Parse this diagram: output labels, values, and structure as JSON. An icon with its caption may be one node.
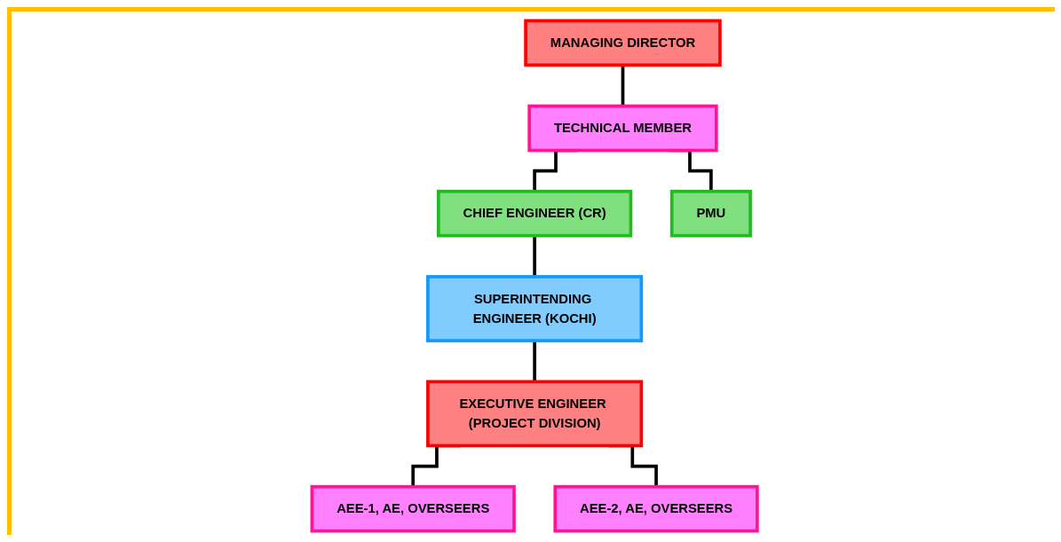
{
  "diagram": {
    "nodes": [
      {
        "text": [
          "MANAGING DIRECTOR"
        ]
      },
      {
        "text": [
          "TECHNICAL MEMBER"
        ]
      },
      {
        "text": [
          "CHIEF ENGINEER (CR)"
        ]
      },
      {
        "text": [
          "PMU"
        ]
      },
      {
        "text": [
          "SUPERINTENDING ENGINEER (KOCHI)"
        ]
      },
      {
        "text": [
          "EXECUTIVE ENGINEER (PROJECT DIVISION)"
        ]
      },
      {
        "text": [
          "AEE-1, AE, OVERSEERS"
        ]
      },
      {
        "text": [
          "AEE-2, AE, OVERSEERS"
        ]
      }
    ],
    "edges": [
      {
        "from": 0,
        "to": 1,
        "arrow": "none"
      },
      {
        "from": 1,
        "to": 2,
        "arrow": "none"
      },
      {
        "from": 1,
        "to": 3,
        "arrow": "none"
      },
      {
        "from": 2,
        "to": 4,
        "arrow": "none"
      },
      {
        "from": 4,
        "to": 5,
        "arrow": "none"
      },
      {
        "from": 5,
        "to": 6,
        "arrow": "none"
      },
      {
        "from": 5,
        "to": 7,
        "arrow": "none"
      }
    ]
  }
}
